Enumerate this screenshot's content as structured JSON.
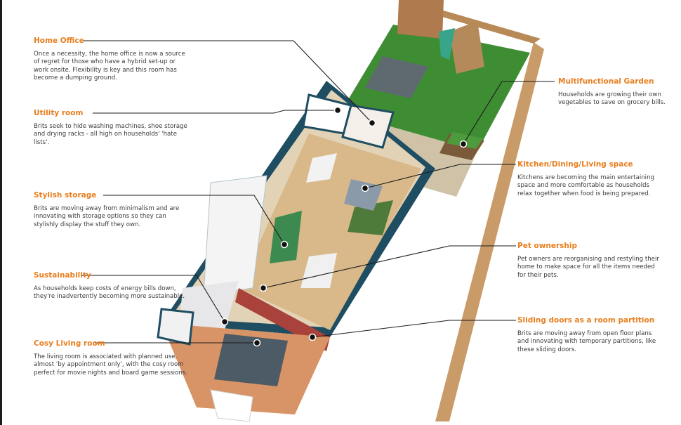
{
  "callouts": {
    "home_office": {
      "title": "Home Office",
      "text": "Once a necessity, the home office is now a source of regret for those who have a hybrid set-up or work onsite. Flexibility is key and this room has become a dumping ground."
    },
    "utility_room": {
      "title": "Utility room",
      "text": "Brits seek to hide washing machines, shoe storage and drying racks - all high on households' 'hate lists'."
    },
    "stylish_storage": {
      "title": "Stylish storage",
      "text": "Brits are moving away from minimalism and are innovating with storage options so they can stylishly display the stuff they own."
    },
    "sustainability": {
      "title": "Sustainability",
      "text": "As households keep costs of energy bills down, they're inadvertently becoming more sustainable."
    },
    "cosy_living_room": {
      "title": "Cosy Living room",
      "text": "The living room is associated with planned use, almost 'by appointment only', with the cosy room perfect for movie nights and board game sessions."
    },
    "multifunctional_garden": {
      "title": "Multifunctional  Garden",
      "text": "Households are growing their own vegetables to save on grocery bills."
    },
    "kitchen_dining_living": {
      "title": "Kitchen/Dining/Living space",
      "text": "Kitchens are becoming the main entertaining space and more comfortable as households relax together when food is being prepared."
    },
    "pet_ownership": {
      "title": "Pet ownership",
      "text": "Pet owners are reorganising and restyling their home to make space for all the items needed for their pets."
    },
    "sliding_doors": {
      "title": "Sliding doors as a room partition",
      "text": "Brits are moving away from open floor plans and innovating with temporary partitions, like these sliding doors."
    }
  },
  "colors": {
    "accent": "#e87e1e",
    "wall": "#1f4e63",
    "lawn": "#3a8a2e",
    "floor_wood": "#d9b98a",
    "fence": "#c8a070",
    "rug_red": "#a8423a"
  }
}
